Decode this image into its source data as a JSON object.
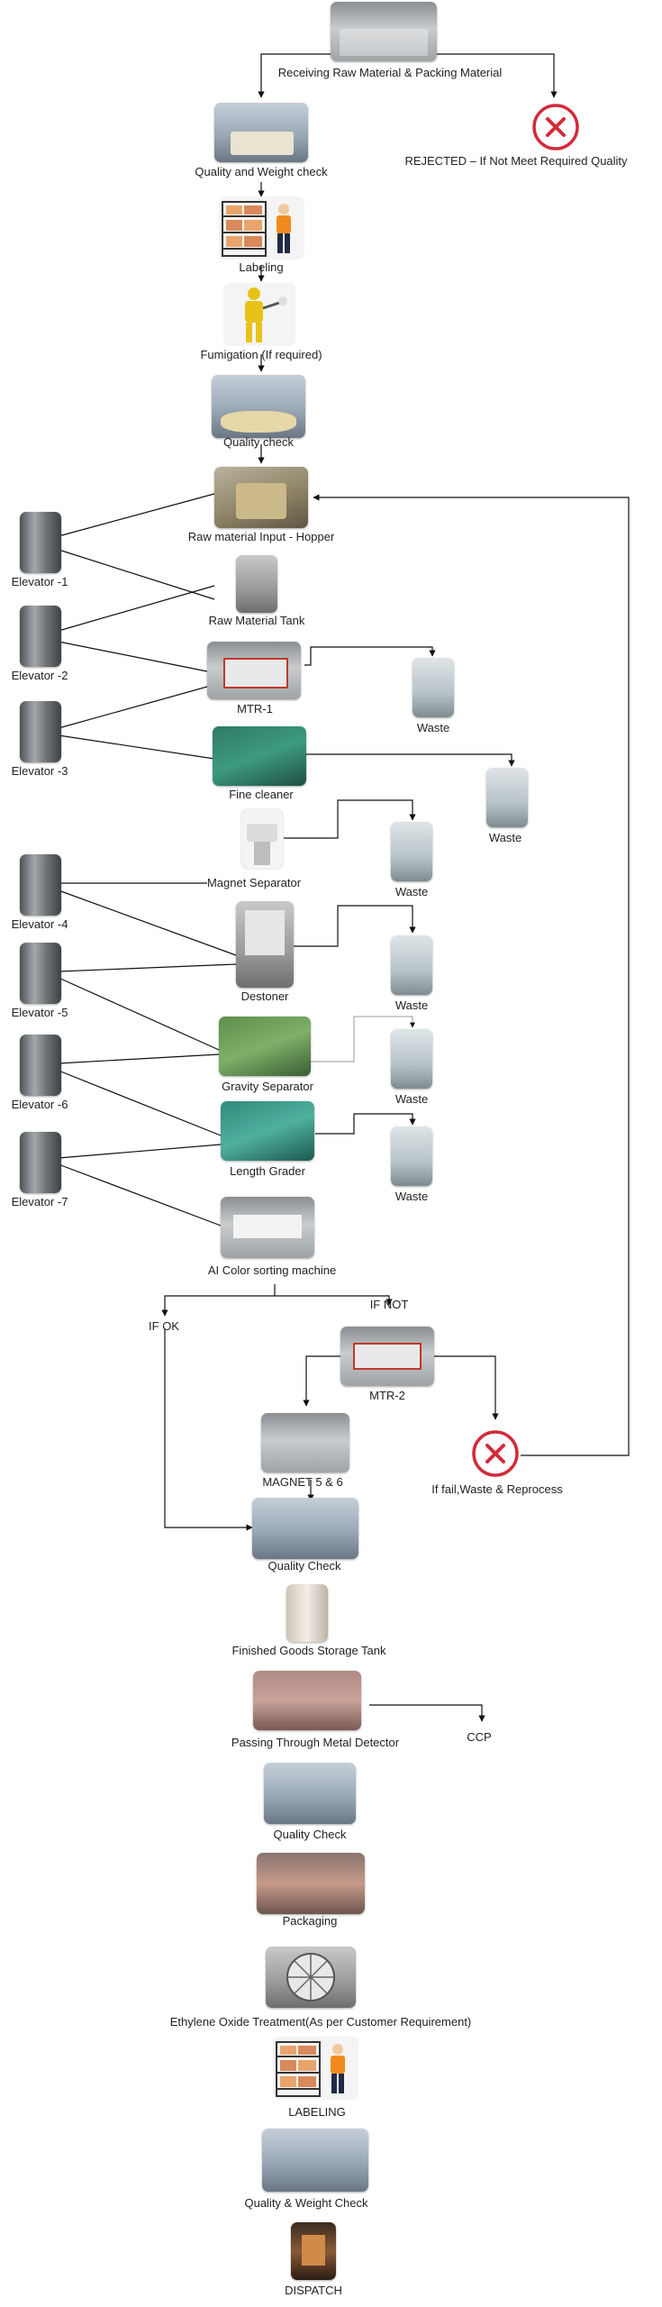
{
  "steps": {
    "receiving": "Receiving Raw Material & Packing Material",
    "quality_weight_check": "Quality and Weight check",
    "rejected": "REJECTED – If Not Meet Required Quality",
    "labeling": "Labeling",
    "fumigation": "Fumigation (If required)",
    "quality_check_1": "Quality check",
    "hopper": "Raw material Input - Hopper",
    "raw_material_tank": "Raw Material Tank",
    "mtr1": "MTR-1",
    "fine_cleaner": "Fine cleaner",
    "magnet_separator": "Magnet Separator",
    "destoner": "Destoner",
    "gravity_separator": "Gravity Separator",
    "length_grader": "Length Grader",
    "ai_color_sorting": "AI Color sorting machine",
    "if_ok": "IF OK",
    "if_not": "IF NOT",
    "mtr2": "MTR-2",
    "if_fail": "If fail,Waste & Reprocess",
    "magnet_5_6": "MAGNET 5 & 6",
    "quality_check_2": "Quality Check",
    "finished_goods_tank": "Finished Goods Storage Tank",
    "metal_detector": "Passing Through Metal Detector",
    "ccp": "CCP",
    "quality_check_3": "Quality Check",
    "packaging": "Packaging",
    "ethylene_oxide": "Ethylene Oxide Treatment(As per Customer Requirement)",
    "labeling_2": "LABELING",
    "quality_weight_check_2": "Quality & Weight Check",
    "dispatch": "DISPATCH"
  },
  "elevators": [
    "Elevator -1",
    "Elevator -2",
    "Elevator -3",
    "Elevator -4",
    "Elevator -5",
    "Elevator -6",
    "Elevator -7"
  ],
  "waste_labels": [
    "Waste",
    "Waste",
    "Waste",
    "Waste",
    "Waste",
    "Waste"
  ],
  "icons": {
    "reject": "x-circle-icon",
    "worker": "worker-icon",
    "racks": "shelf-racks-icon",
    "fumigation": "fumigation-worker-icon"
  },
  "colors": {
    "reject_red": "#d22b3a",
    "line": "#111111",
    "gray_line": "#999999",
    "worker_orange": "#f08a1e",
    "worker_navy": "#1f2a44",
    "fumigation_yellow": "#e8c21a"
  }
}
